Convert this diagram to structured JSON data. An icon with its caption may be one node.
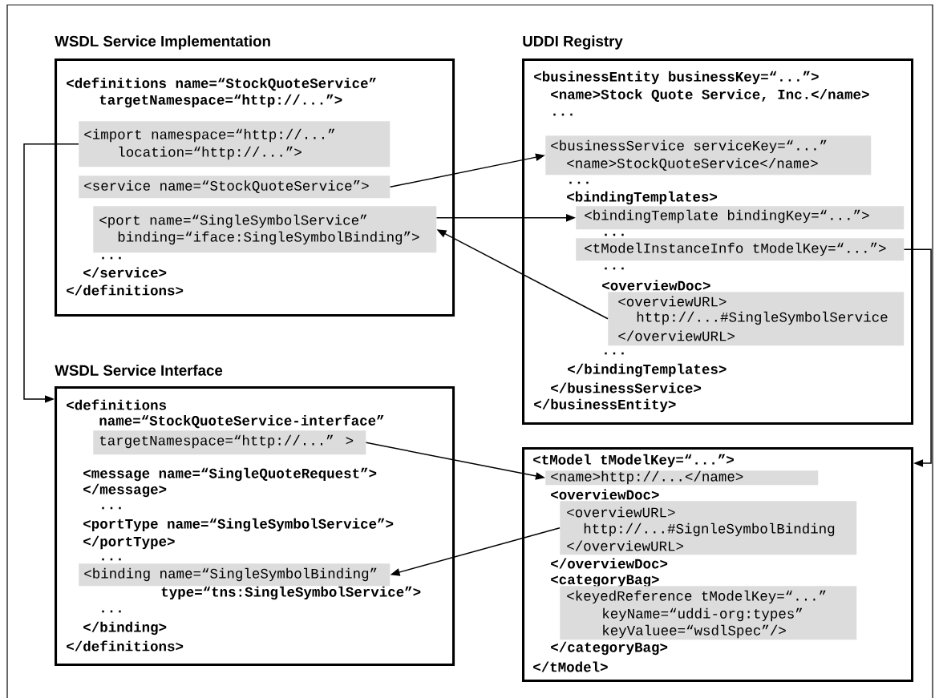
{
  "diagram": {
    "nodes": [
      {
        "text": [
          "WSDL Service Implementation",
          "<definitions name=“StockQuoteService”",
          "targetNamespace=“http://...”>",
          "...",
          "</service>",
          "</definitions>"
        ]
      },
      {
        "text": [
          "<import namespace=“http://...”",
          "location=“http://...”>"
        ],
        "in": 0
      },
      {
        "text": [
          "<service name=“StockQuoteService”>"
        ],
        "in": 0
      },
      {
        "text": [
          "<port name=“SingleSymbolService”",
          "binding=“iface:SingleSymbolBinding”>"
        ],
        "in": 0
      },
      {
        "text": [
          "UDDI Registry",
          "<businessEntity businessKey=“...”>",
          "<name>Stock Quote Service, Inc.</name>",
          "...",
          "...",
          "<bindingTemplates>",
          "...",
          "...",
          "<overviewDoc>",
          "...",
          "</bindingTemplates>",
          "</businessService>",
          "</businessEntity>"
        ]
      },
      {
        "text": [
          "<businessService serviceKey=“...”",
          "<name>StockQuoteService</name>"
        ],
        "in": 4
      },
      {
        "text": [
          "<bindingTemplate bindingKey=“...”>"
        ],
        "in": 4
      },
      {
        "text": [
          "<tModelInstanceInfo tModelKey=“...”>"
        ],
        "in": 4
      },
      {
        "text": [
          "<overviewURL>",
          "http://...#SingleSymbolService",
          "</overviewURL>"
        ],
        "in": 4
      },
      {
        "text": [
          "WSDL Service Interface",
          "<definitions",
          "name=“StockQuoteService-interface”",
          "<message name=“SingleQuoteRequest”>",
          "</message>",
          "...",
          "<portType name=“SingleSymbolService”>",
          "</portType>",
          "...",
          "type=“tns:SingleSymbolService”>",
          "...",
          "</binding>",
          "</definitions>"
        ]
      },
      {
        "text": [
          "targetNamespace=“http://...” >"
        ],
        "in": 9
      },
      {
        "text": [
          "<binding name=“SingleSymbolBinding”"
        ],
        "in": 9
      },
      {
        "text": [
          "<tModel tModelKey=“...”>",
          "<overviewDoc>",
          "</overviewDoc>",
          "<categoryBag>",
          "</categoryBag>",
          "</tModel>"
        ]
      },
      {
        "text": [
          "<name>http://...</name>"
        ],
        "in": 12
      },
      {
        "text": [
          "<overviewURL>",
          "http://...#SignleSymbolBinding",
          "</overviewURL>"
        ],
        "in": 12
      },
      {
        "text": [
          "<keyedReference tModelKey=“...”",
          "keyName=“uddi-org:types”",
          "keyValuee=“wsdlSpec”/>"
        ],
        "in": 12
      }
    ],
    "edges": [
      {
        "from": 1,
        "to": 9,
        "arrow": "to"
      },
      {
        "from": 2,
        "to": 5,
        "arrow": "to"
      },
      {
        "from": 3,
        "to": 6,
        "arrow": "to"
      },
      {
        "from": 8,
        "to": 3,
        "arrow": "to"
      },
      {
        "from": 7,
        "to": 12,
        "arrow": "to"
      },
      {
        "from": 10,
        "to": 13,
        "arrow": "to"
      },
      {
        "from": 14,
        "to": 11,
        "arrow": "to"
      }
    ]
  }
}
